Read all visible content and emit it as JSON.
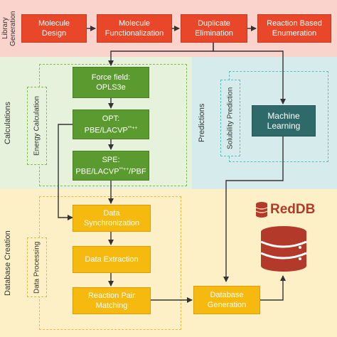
{
  "bands": {
    "library_generation": "Library\nGeneration",
    "calculations": "Calculations",
    "predictions": "Predictions",
    "database_creation": "Database Creation"
  },
  "groups": {
    "energy_calculation": "Energy Calculation",
    "solubility_prediction": "Solubility Prediction",
    "data_processing": "Data Processing"
  },
  "library": {
    "molecule_design": "Molecule\nDesign",
    "molecule_functionalization": "Molecule\nFunctionalization",
    "duplicate_elimination": "Duplicate\nElimination",
    "reaction_enumeration": "Reaction Based\nEnumeration"
  },
  "calculations": {
    "force_field": "Force field:\nOPLS3e",
    "opt_line1": "OPT:",
    "opt_line2": "PBE/LACVP",
    "opt_sup": "**++",
    "spe_line1": "SPE:",
    "spe_line2": "PBE/LACVP",
    "spe_sup": "**++",
    "spe_suffix": "/PBF"
  },
  "predictions": {
    "machine_learning": "Machine\nLearning"
  },
  "database": {
    "data_synchronization": "Data\nSynchronization",
    "data_extraction": "Data Extraction",
    "reaction_pair_matching": "Reaction Pair\nMatching",
    "database_generation": "Database\nGeneration"
  },
  "logo": {
    "text": "RedDB"
  },
  "colors": {
    "library_band": "#fbd3cd",
    "calculations_band": "#e6f2dc",
    "predictions_band": "#d6ecec",
    "database_band": "#fdf0c6",
    "red_box": "#e8472a",
    "green_box": "#5b9a2e",
    "yellow_box": "#f6b910",
    "teal_box": "#2f6a6a",
    "database_icon": "#b33a2a"
  }
}
